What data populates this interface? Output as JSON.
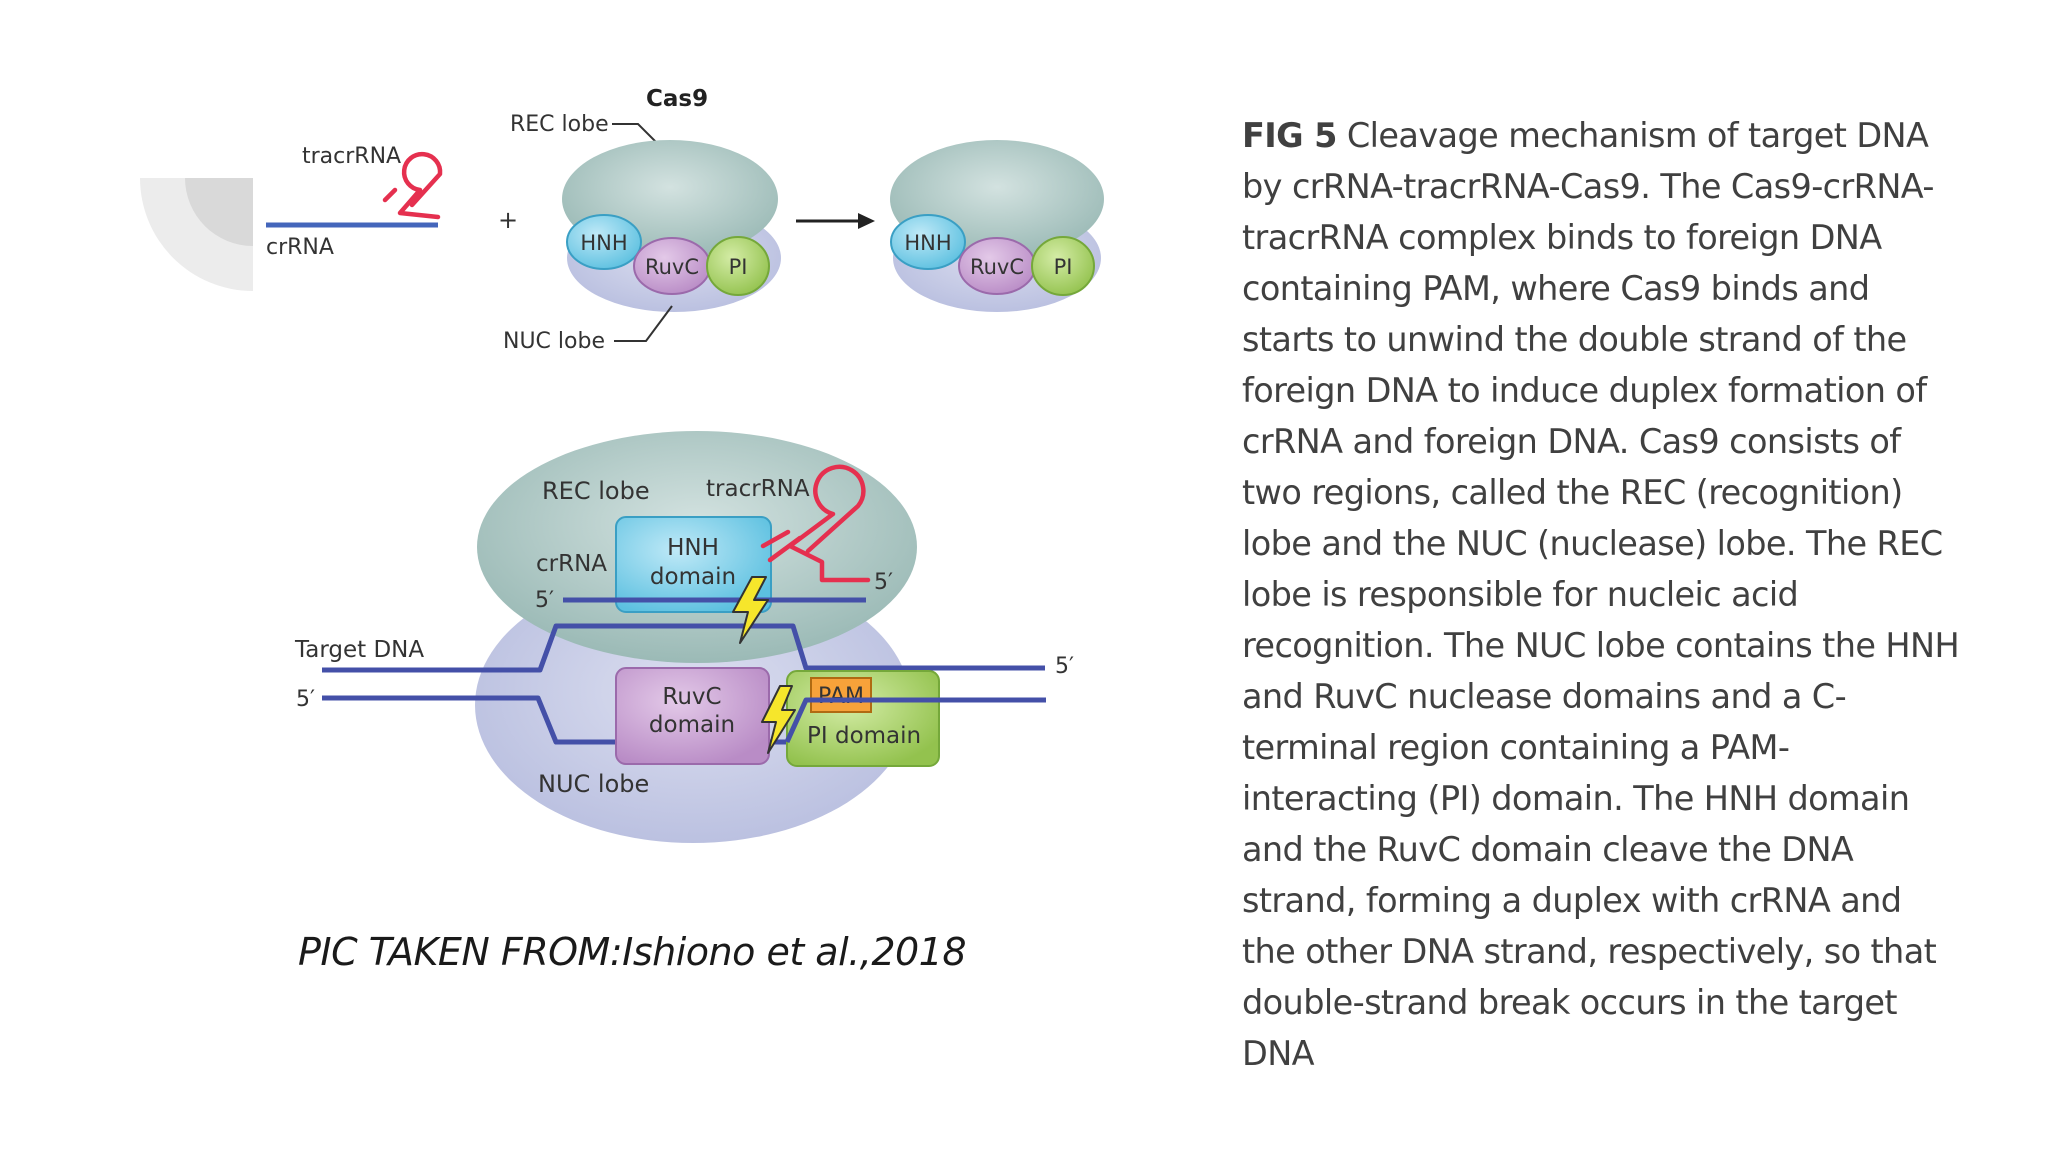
{
  "figure": {
    "top": {
      "title": "Cas9",
      "rec_lobe": "REC lobe",
      "nuc_lobe": "NUC lobe",
      "tracrrna": "tracrRNA",
      "crrna": "crRNA",
      "plus": "+",
      "hnh": "HNH",
      "ruvc": "RuvC",
      "pi": "PI"
    },
    "bottom": {
      "rec_lobe": "REC lobe",
      "tracrrna": "tracrRNA",
      "crrna": "crRNA",
      "five_prime_crrna": "5′",
      "five_prime_tracr": "5′",
      "hnh_domain": [
        "HNH",
        "domain"
      ],
      "target_dna": "Target DNA",
      "five_prime_left": "5′",
      "five_prime_right": "5′",
      "ruvc_domain": [
        "RuvC",
        "domain"
      ],
      "pam": "PAM",
      "pi_domain": "PI domain",
      "nuc_lobe": "NUC lobe"
    }
  },
  "credit": "PIC TAKEN FROM:Ishiono et al.,2018",
  "caption": {
    "label": "FIG 5",
    "text": "Cleavage mechanism of target DNA by crRNA-tracrRNA-Cas9. The Cas9-crRNA-tracrRNA complex binds to foreign DNA containing PAM, where Cas9 binds and starts to unwind the double strand of the foreign DNA to induce duplex formation of crRNA and foreign DNA. Cas9 consists of two regions, called the REC (recognition) lobe and the NUC (nuclease) lobe. The REC lobe is responsible for nucleic acid recognition. The NUC lobe contains the HNH and RuvC nuclease domains and a C-terminal region containing a PAM-interacting (PI) domain. The HNH domain and the RuvC domain cleave the DNA strand, forming a duplex with crRNA and the other DNA strand, respectively, so that double-strand break occurs in the target DNA"
  }
}
